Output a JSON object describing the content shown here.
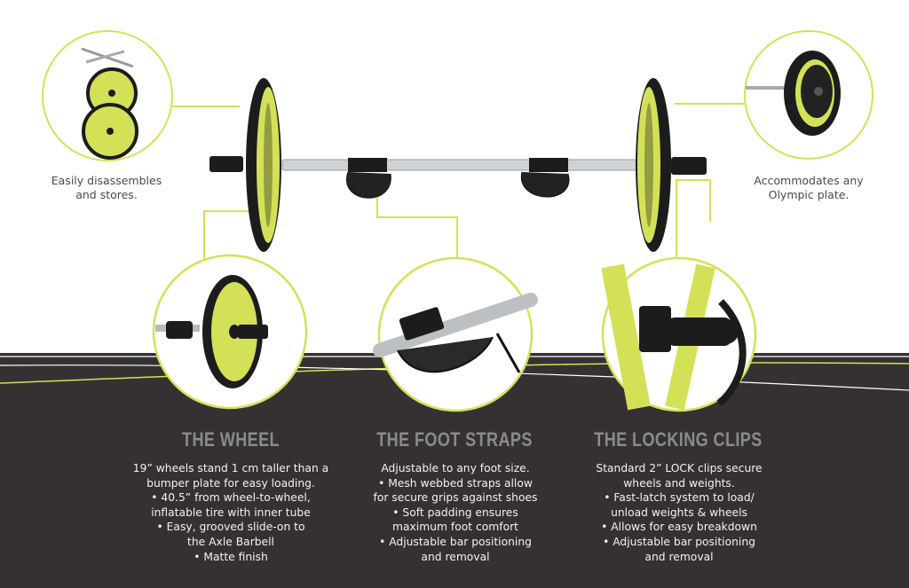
{
  "colors": {
    "accent": "#d4e157",
    "dark_band": "#353132",
    "circle_fill": "#ffffff"
  },
  "callouts": {
    "disassemble": [
      "Easily disassembles",
      "and stores."
    ],
    "olympic": [
      "Accommodates any",
      "Olympic plate."
    ]
  },
  "sections": {
    "wheel": {
      "title": "THE WHEEL",
      "lines": [
        "19” wheels stand 1 cm taller than a",
        "bumper plate for easy loading.",
        "• 40.5” from wheel-to-wheel,",
        "inflatable tire with inner tube",
        "• Easy, grooved slide-on to",
        "the Axle Barbell",
        "• Matte finish"
      ]
    },
    "straps": {
      "title": "THE FOOT STRAPS",
      "lines": [
        "Adjustable to any foot size.",
        "• Mesh webbed straps allow",
        "for secure grips against shoes",
        "• Soft padding ensures",
        "maximum foot comfort",
        "• Adjustable bar positioning",
        "and removal"
      ]
    },
    "clips": {
      "title": "THE LOCKING CLIPS",
      "lines": [
        "Standard 2” LOCK clips secure",
        "wheels and weights.",
        "• Fast-latch system to load/",
        "unload weights & wheels",
        "• Allows for easy breakdown",
        "• Adjustable bar positioning",
        "and removal"
      ]
    }
  }
}
